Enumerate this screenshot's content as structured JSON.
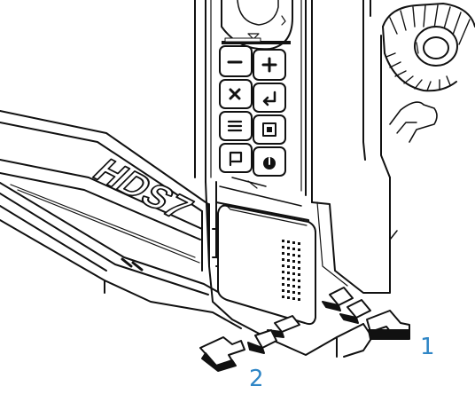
{
  "brand": {
    "model_logo": "HDS7"
  },
  "callouts": [
    {
      "label": "1",
      "meaning": "step-1-arrows"
    },
    {
      "label": "2",
      "meaning": "step-2-arrows"
    }
  ],
  "colors": {
    "line": "#111111",
    "fill": "#ffffff",
    "callout_text": "#2f86c6",
    "shade": "#dcdcdc"
  },
  "keypad": {
    "rows": [
      {
        "left_icon": "minus-icon",
        "right_icon": "plus-icon"
      },
      {
        "left_icon": "close-icon",
        "right_icon": "enter-icon"
      },
      {
        "left_icon": "menu-icon",
        "right_icon": "pages-icon"
      },
      {
        "left_icon": "flag-icon",
        "right_icon": "power-icon"
      }
    ]
  }
}
